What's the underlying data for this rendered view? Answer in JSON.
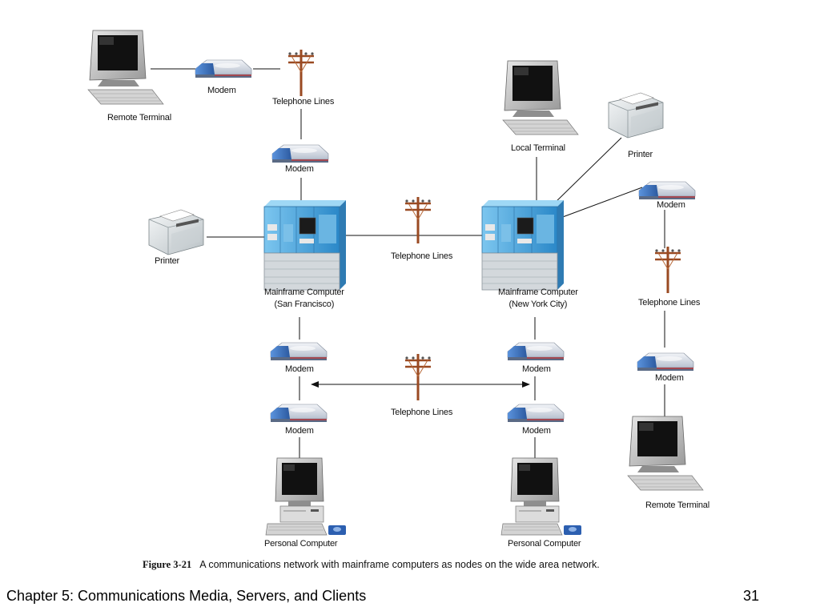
{
  "labels": {
    "modem": "Modem",
    "telephone_lines": "Telephone Lines",
    "remote_terminal": "Remote Terminal",
    "local_terminal": "Local Terminal",
    "printer": "Printer",
    "personal_computer": "Personal Computer",
    "mainframe_sf_line1": "Mainframe Computer",
    "mainframe_sf_line2": "(San Francisco)",
    "mainframe_ny_line1": "Mainframe Computer",
    "mainframe_ny_line2": "(New York City)"
  },
  "caption": {
    "figure": "Figure 3-21",
    "text": "A communications network with mainframe computers as nodes on the wide area network."
  },
  "footer": {
    "title": "Chapter 5:  Communications Media, Servers, and Clients",
    "page": "31"
  },
  "colors": {
    "modem_blue": "#3d74c2",
    "mainframe_blue": "#3fa5de",
    "pole_brown": "#a0522d"
  }
}
